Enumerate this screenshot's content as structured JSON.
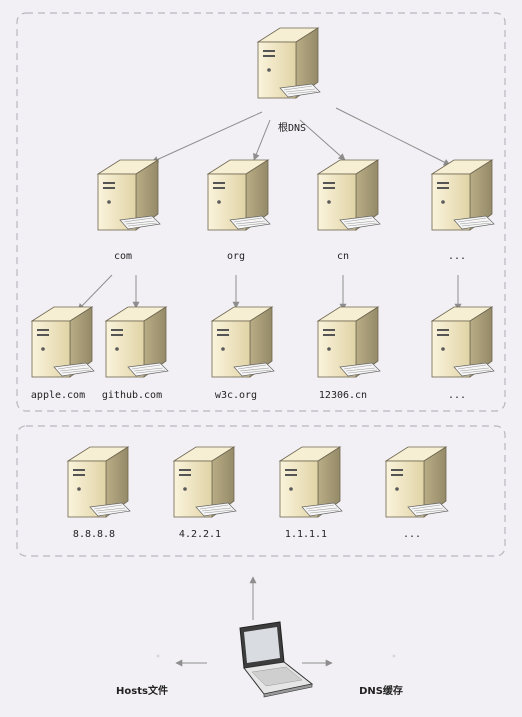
{
  "root": {
    "label": "根DNS"
  },
  "tlds": [
    {
      "id": "com",
      "label": "com"
    },
    {
      "id": "org",
      "label": "org"
    },
    {
      "id": "cn",
      "label": "cn"
    },
    {
      "id": "more",
      "label": "..."
    }
  ],
  "domains": [
    {
      "id": "apple",
      "label": "apple.com"
    },
    {
      "id": "github",
      "label": "github.com"
    },
    {
      "id": "w3c",
      "label": "w3c.org"
    },
    {
      "id": "12306",
      "label": "12306.cn"
    },
    {
      "id": "more",
      "label": "..."
    }
  ],
  "resolvers": [
    {
      "id": "8888",
      "label": "8.8.8.8"
    },
    {
      "id": "4221",
      "label": "4.2.2.1"
    },
    {
      "id": "1111",
      "label": "1.1.1.1"
    },
    {
      "id": "more",
      "label": "..."
    }
  ],
  "client": {
    "hosts_label": "Hosts文件",
    "cache_label": "DNS缓存"
  }
}
